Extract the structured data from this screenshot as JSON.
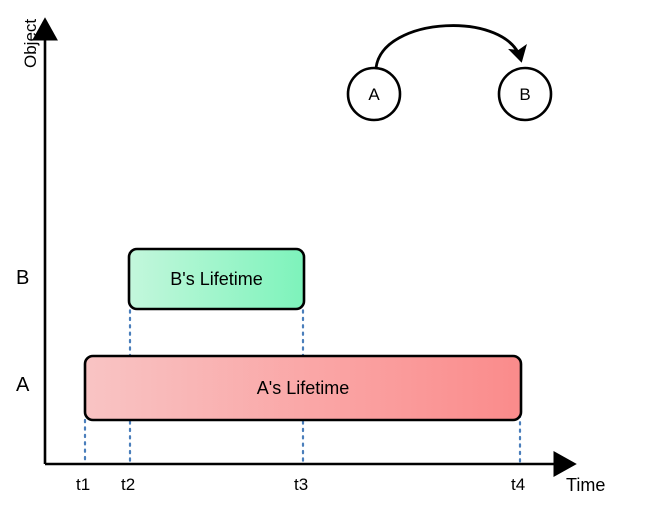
{
  "figure": {
    "title_text": "",
    "background": "#ffffff"
  },
  "axes": {
    "y_label": "Object",
    "x_label": "Time",
    "axis_color": "#000000",
    "category_labels": [
      {
        "name": "A",
        "text": "A"
      },
      {
        "name": "B",
        "text": "B"
      }
    ],
    "time_ticks": [
      {
        "name": "t1",
        "text": "t1"
      },
      {
        "name": "t2",
        "text": "t2"
      },
      {
        "name": "t3",
        "text": "t3"
      },
      {
        "name": "t4",
        "text": "t4"
      }
    ]
  },
  "lifelines": [
    {
      "id": "a-lifetime",
      "label": "A's Lifetime",
      "start_tick": "t1",
      "end_tick": "t4",
      "row": "A",
      "fill_start": "#f9c4c4",
      "fill_end": "#fa8b8b",
      "stroke": "#000000"
    },
    {
      "id": "b-lifetime",
      "label": "B's Lifetime",
      "start_tick": "t2",
      "end_tick": "t3",
      "row": "B",
      "fill_start": "#c3f7dc",
      "fill_end": "#7df3bb",
      "stroke": "#000000"
    }
  ],
  "guides": {
    "color": "#4a7ebb",
    "style": "dotted"
  },
  "sequence": {
    "nodes": [
      {
        "id": "node-a",
        "label": "A"
      },
      {
        "id": "node-b",
        "label": "B"
      }
    ],
    "edges": [
      {
        "id": "edge-a-to-b",
        "from": "A",
        "to": "B",
        "label": "",
        "arrow": "curved"
      }
    ],
    "stroke": "#000000"
  },
  "chart_data": {
    "type": "bar",
    "orientation": "horizontal",
    "title": "",
    "xlabel": "Time",
    "ylabel": "Object",
    "categories": [
      "A",
      "B"
    ],
    "tick_labels": [
      "t1",
      "t2",
      "t3",
      "t4"
    ],
    "tick_positions": [
      1,
      2,
      3,
      4
    ],
    "bars": [
      {
        "category": "A",
        "label": "A's Lifetime",
        "start": 1,
        "end": 4,
        "start_tick": "t1",
        "end_tick": "t4",
        "color": "#fa8b8b"
      },
      {
        "category": "B",
        "label": "B's Lifetime",
        "start": 2,
        "end": 3,
        "start_tick": "t2",
        "end_tick": "t3",
        "color": "#7df3bb"
      }
    ],
    "grid": false,
    "legend": "none"
  }
}
